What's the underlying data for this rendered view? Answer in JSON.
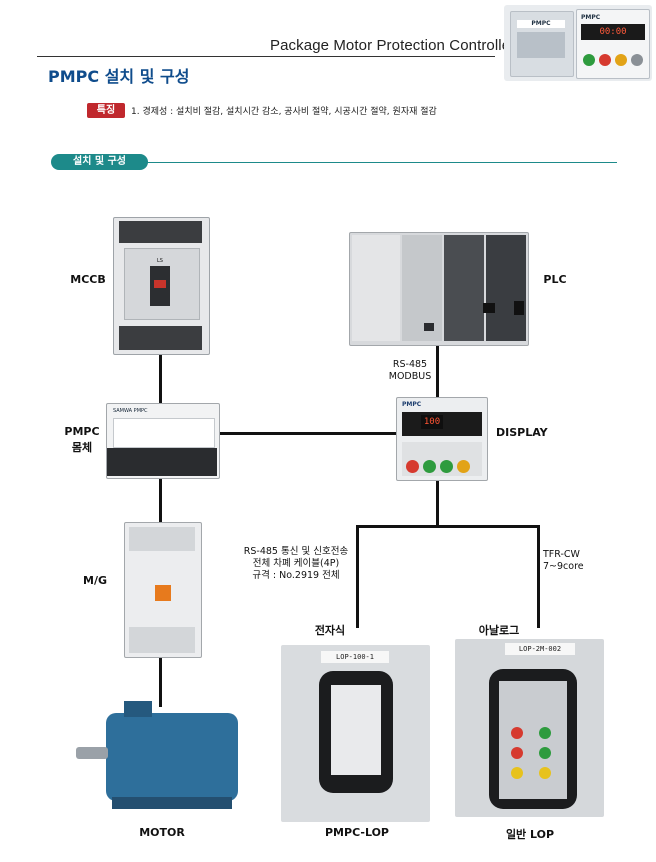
{
  "header": {
    "title": "Package Motor Protection Controller",
    "page_title": "PMPC 설치 및 구성"
  },
  "feature": {
    "badge": "특징",
    "text": "1. 경제성 : 설치비 절감, 설치시간 감소, 공사비 절약, 시공시간 절약, 원자재 절감"
  },
  "section": {
    "label": "설치 및 구성"
  },
  "product_photo": {
    "brand": "PMPC",
    "display": "00:00"
  },
  "diagram": {
    "mccb": "MCCB",
    "mccb_brand": "LS",
    "plc": "PLC",
    "pmpc_line1": "PMPC",
    "pmpc_line2": "몸체",
    "pmpc_body_brand": "SAMWA PMPC",
    "display": "DISPLAY",
    "display_brand": "PMPC",
    "display_lcd": "100",
    "rs485_line1": "RS-485",
    "rs485_line2": "MODBUS",
    "mg": "M/G",
    "cable_line1": "RS-485 통신 및 신호전송",
    "cable_line2": "전체 차폐 케이블(4P)",
    "cable_line3": "규격 : No.2919 전체",
    "tfr_line1": "TFR-CW",
    "tfr_line2": "7~9core",
    "electronic": "전자식",
    "analog": "아날로그",
    "motor": "MOTOR",
    "pmpc_lop": "PMPC-LOP",
    "general_lop": "일반 LOP",
    "lop_tag_left": "LOP-100-1",
    "lop_tag_right": "LOP-2M-002"
  }
}
